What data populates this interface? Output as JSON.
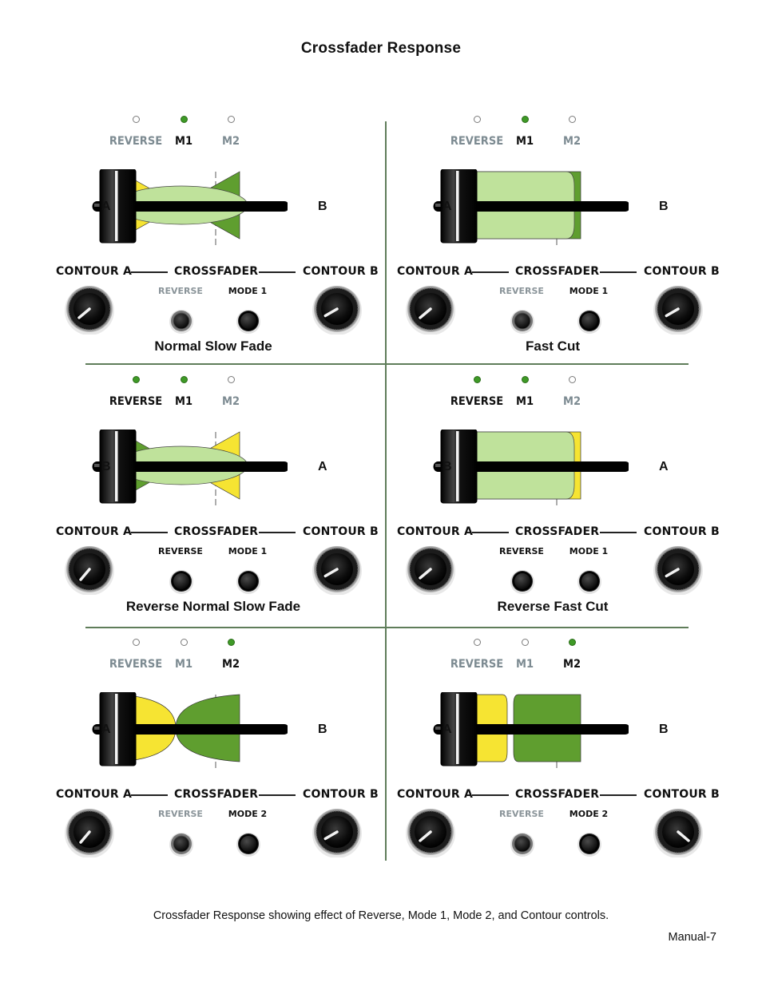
{
  "title": "Crossfader Response",
  "caption": "Crossfader Response showing effect of Reverse, Mode 1, Mode 2, and Contour controls.",
  "page_number": "Manual-7",
  "colors": {
    "yellow": "#f6e432",
    "green_dark": "#5f9e2f",
    "green_light": "#bfe29b",
    "led_on": "#3f9a27",
    "divider": "#5f7d5a"
  },
  "panels": [
    {
      "name": "Normal Slow Fade",
      "curve": "slow",
      "leds": {
        "reverse": false,
        "m1": true,
        "m2": false
      },
      "led_labels": [
        "REVERSE",
        "M1",
        "M2"
      ],
      "left_end": "A",
      "right_end": "B",
      "contour_a": "CONTOUR A",
      "crossfader": "CROSSFADER",
      "contour_b": "CONTOUR B",
      "reverse_label": "REVERSE",
      "reverse_active": false,
      "mode_label": "MODE 1",
      "mode_active": true
    },
    {
      "name": "Fast Cut",
      "curve": "fast",
      "leds": {
        "reverse": false,
        "m1": true,
        "m2": false
      },
      "led_labels": [
        "REVERSE",
        "M1",
        "M2"
      ],
      "left_end": "A",
      "right_end": "B",
      "contour_a": "CONTOUR A",
      "crossfader": "CROSSFADER",
      "contour_b": "CONTOUR B",
      "reverse_label": "REVERSE",
      "reverse_active": false,
      "mode_label": "MODE 1",
      "mode_active": true
    },
    {
      "name": "Reverse Normal Slow Fade",
      "curve": "slow-rev",
      "leds": {
        "reverse": true,
        "m1": true,
        "m2": false
      },
      "led_labels": [
        "REVERSE",
        "M1",
        "M2"
      ],
      "left_end": "B",
      "right_end": "A",
      "contour_a": "CONTOUR A",
      "crossfader": "CROSSFADER",
      "contour_b": "CONTOUR B",
      "reverse_label": "REVERSE",
      "reverse_active": true,
      "mode_label": "MODE 1",
      "mode_active": true
    },
    {
      "name": "Reverse Fast Cut",
      "curve": "fast-rev",
      "leds": {
        "reverse": true,
        "m1": true,
        "m2": false
      },
      "led_labels": [
        "REVERSE",
        "M1",
        "M2"
      ],
      "left_end": "B",
      "right_end": "A",
      "contour_a": "CONTOUR A",
      "crossfader": "CROSSFADER",
      "contour_b": "CONTOUR B",
      "reverse_label": "REVERSE",
      "reverse_active": true,
      "mode_label": "MODE 1",
      "mode_active": true
    },
    {
      "name": "",
      "curve": "m2-slow",
      "leds": {
        "reverse": false,
        "m1": false,
        "m2": true
      },
      "led_labels": [
        "REVERSE",
        "M1",
        "M2"
      ],
      "left_end": "A",
      "right_end": "B",
      "contour_a": "CONTOUR A",
      "crossfader": "CROSSFADER",
      "contour_b": "CONTOUR B",
      "reverse_label": "REVERSE",
      "reverse_active": false,
      "mode_label": "MODE 2",
      "mode_active": true
    },
    {
      "name": "",
      "curve": "m2-fast",
      "leds": {
        "reverse": false,
        "m1": false,
        "m2": true
      },
      "led_labels": [
        "REVERSE",
        "M1",
        "M2"
      ],
      "left_end": "A",
      "right_end": "B",
      "contour_a": "CONTOUR A",
      "crossfader": "CROSSFADER",
      "contour_b": "CONTOUR B",
      "reverse_label": "REVERSE",
      "reverse_active": false,
      "mode_label": "MODE 2",
      "mode_active": true
    }
  ]
}
